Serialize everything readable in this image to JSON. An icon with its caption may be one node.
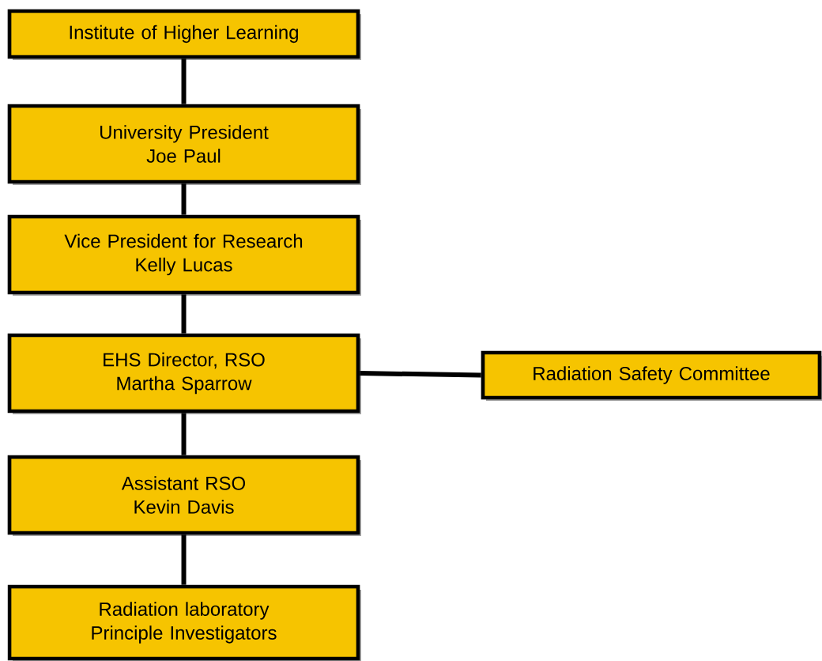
{
  "diagram": {
    "nodes": [
      {
        "text": [
          "Institute of Higher Learning"
        ]
      },
      {
        "text": [
          "University President",
          "Joe Paul"
        ]
      },
      {
        "text": [
          "Vice President for Research",
          "Kelly Lucas"
        ]
      },
      {
        "text": [
          "EHS Director, RSO",
          "Martha Sparrow"
        ]
      },
      {
        "text": [
          "Assistant RSO",
          "Kevin Davis"
        ]
      },
      {
        "text": [
          "Radiation laboratory Principle Investigators"
        ]
      },
      {
        "text": [
          "Radiation Safety Committee"
        ]
      }
    ],
    "edges": [
      {
        "from": 0,
        "to": 1,
        "arrow": "none"
      },
      {
        "from": 1,
        "to": 2,
        "arrow": "none"
      },
      {
        "from": 2,
        "to": 3,
        "arrow": "none"
      },
      {
        "from": 3,
        "to": 6,
        "arrow": "none"
      },
      {
        "from": 3,
        "to": 4,
        "arrow": "none"
      },
      {
        "from": 4,
        "to": 5,
        "arrow": "none"
      }
    ]
  }
}
